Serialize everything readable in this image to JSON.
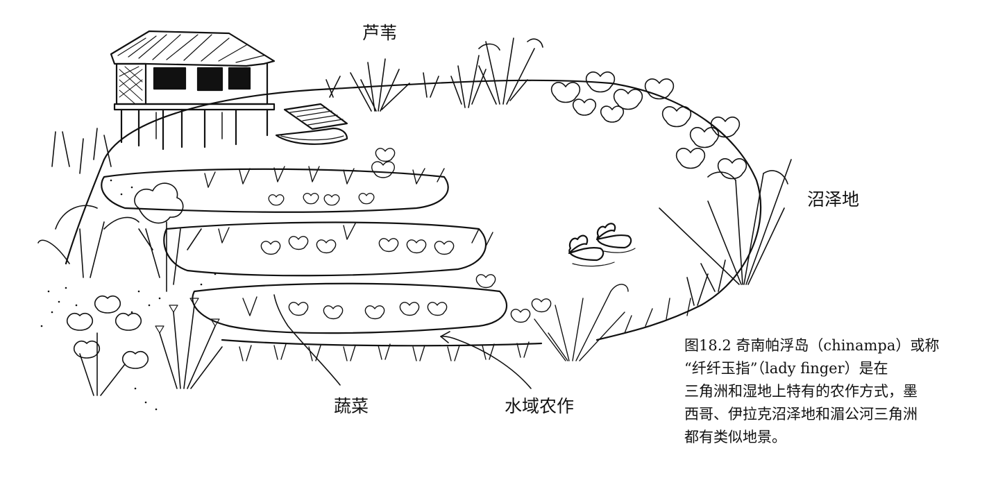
{
  "labels": {
    "reed": "芦苇",
    "swamp": "沼泽地",
    "vegetables": "蔬菜",
    "aquatic_farming": "水域农作"
  },
  "caption": {
    "lines": [
      "图18.2 奇南帕浮岛（chinampa）或称",
      "“纤纤玉指”（lady finger）是在",
      "三角洲和湿地上特有的农作方式，墨",
      "西哥、伊拉克沼泽地和湄公河三角洲",
      "都有类似地景。"
    ]
  }
}
